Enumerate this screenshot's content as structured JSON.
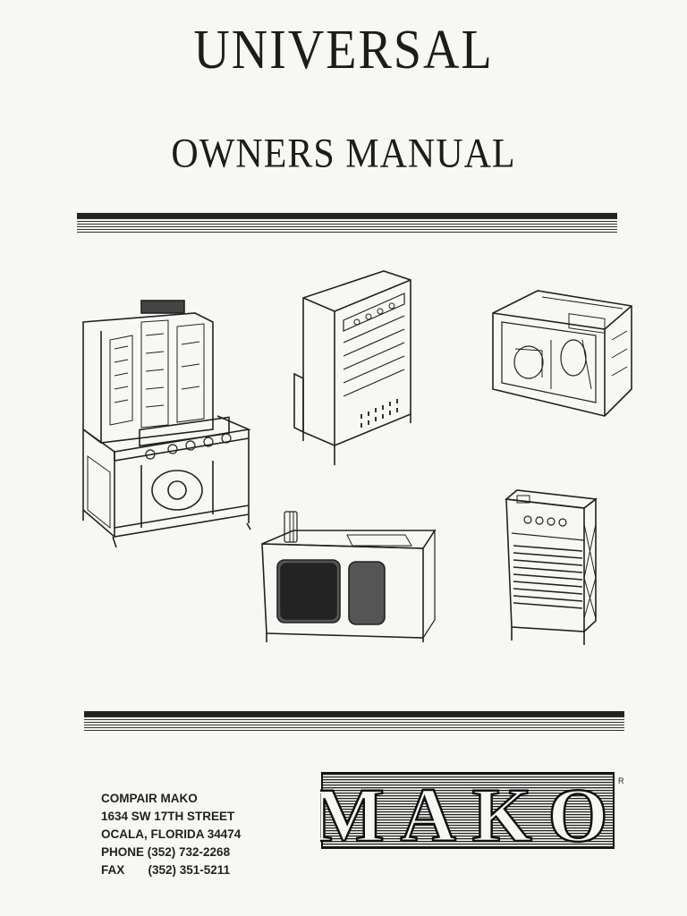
{
  "document": {
    "title": "UNIVERSAL",
    "subtitle": "OWNERS MANUAL"
  },
  "company": {
    "name": "COMPAIR MAKO",
    "street": "1634 SW 17TH STREET",
    "city": "OCALA, FLORIDA 34474",
    "phone": "PHONE (352) 732-2268",
    "fax": "FAX       (352) 351-5211"
  },
  "logo": {
    "text": "MAKO",
    "registered": "R"
  },
  "illustrations": [
    "open-frame-compressor-icon",
    "enclosed-cabinet-compressor-icon",
    "skid-frame-compressor-icon",
    "low-cabinet-compressor-icon",
    "tall-cabinet-compressor-icon"
  ]
}
